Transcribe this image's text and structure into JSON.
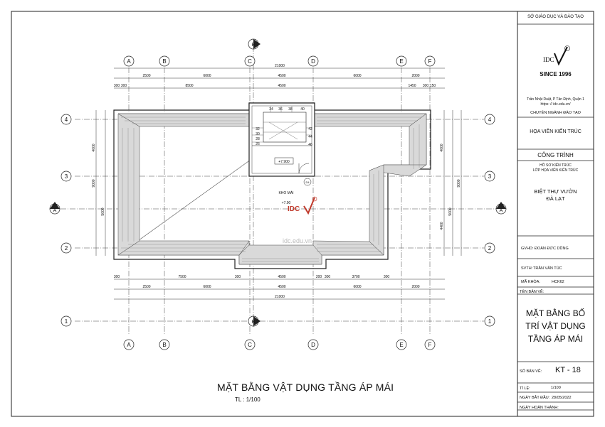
{
  "title_block": {
    "org": "SỞ GIÁO DỤC VÀ ĐÀO TẠO",
    "logo_text": "IDC",
    "since": "SINCE 1996",
    "address": "Trần Nhật Duật, P Tân Định, Quận 1",
    "website": "https: // idc.edu.vn/",
    "program": "CHUYÊN NGÀNH ĐÀO TẠO",
    "program_value": "HỌA VIÊN KIẾN TRÚC",
    "project_header": "CÔNG TRÌNH",
    "project_sub1": "HỒ SƠ KIẾN TRÚC",
    "project_sub2": "LỚP HỌA VIÊN KIẾN TRÚC",
    "project_name1": "BIỆT THỰ VƯỜN",
    "project_name2": "ĐÀ LẠT",
    "gvhd": "GVHD: ĐOÀN ĐỨC DŨNG",
    "svth_label": "SVTH:",
    "svth": "TRẦN VĂN TÚC",
    "course_label": "MÃ KHÓA:",
    "course": "HCK62",
    "drawing_name_label": "TÊN BẢN VẼ:",
    "drawing_name1": "MẶT BẰNG BỐ",
    "drawing_name2": "TRÍ VẬT DỤNG",
    "drawing_name3": "TẦNG ÁP MÁI",
    "sheet_no_label": "SỐ BẢN VẼ:",
    "sheet_no": "KT - 18",
    "scale_label": "TỈ LỆ:",
    "scale": "1/100",
    "start_label": "NGÀY BẮT ĐẦU:",
    "start_date": "28/05/2022",
    "end_label": "NGÀY HOÀN THÀNH:"
  },
  "drawing": {
    "title": "MẶT BẰNG VẬT DỤNG TẦNG ÁP MÁI",
    "scale": "TL : 1/100",
    "watermark": "idc.edu.vn",
    "room_label": "KHO MÁI",
    "room_level": "+7.90",
    "stair_level": "+7.900",
    "door_tag": "D4",
    "col_axes": [
      "A",
      "B",
      "C",
      "D",
      "E",
      "F"
    ],
    "row_axes": [
      "4",
      "3",
      "2",
      "1"
    ],
    "section_marks": [
      "A",
      "B"
    ],
    "overall_width": "21000",
    "top_dims_1": [
      "2500",
      "6000",
      "4500",
      "6000",
      "2000"
    ],
    "top_dims_2": [
      "300",
      "300",
      "8500",
      "4500",
      "1450",
      "300",
      "150"
    ],
    "bottom_dims_1": [
      "7500",
      "4500",
      "3700"
    ],
    "bottom_dims_2": [
      "2500",
      "6000",
      "4500",
      "6000",
      "2000"
    ],
    "bottom_extra": [
      "300",
      "300",
      "200",
      "300",
      "300"
    ],
    "left_dims": [
      "4000",
      "5000",
      "9000"
    ],
    "right_dims": [
      "4000",
      "4400",
      "5000",
      "9000"
    ],
    "stair_steps": [
      "34",
      "36",
      "38",
      "40",
      "32",
      "30",
      "28",
      "26",
      "42",
      "44",
      "46"
    ]
  }
}
